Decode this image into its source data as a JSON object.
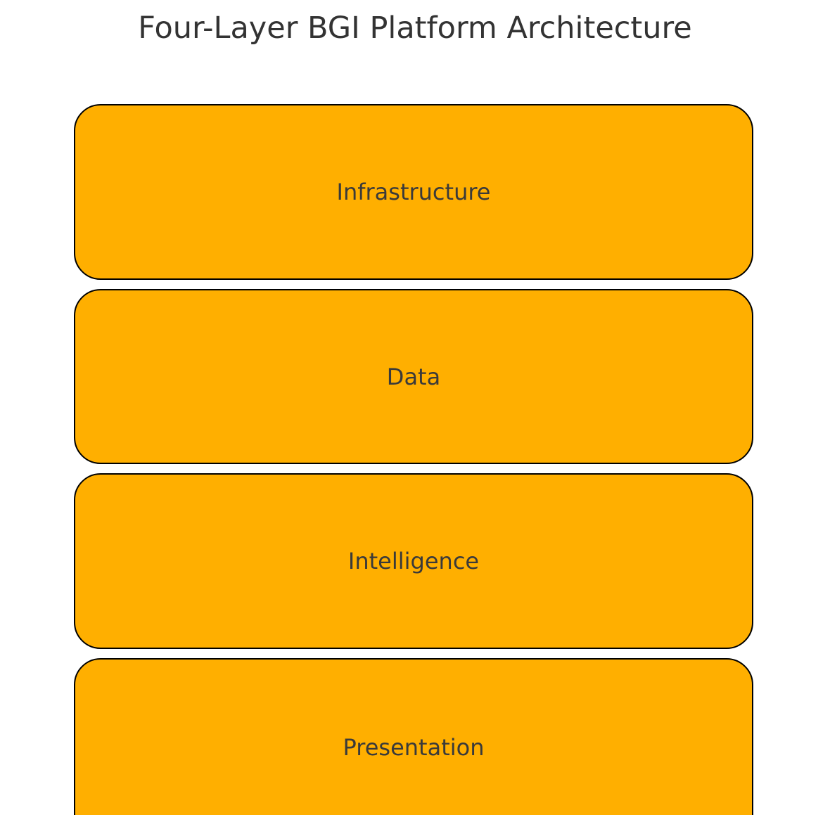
{
  "title": "Four-Layer BGI Platform Architecture",
  "layers": [
    {
      "label": "Infrastructure"
    },
    {
      "label": "Data"
    },
    {
      "label": "Intelligence"
    },
    {
      "label": "Presentation"
    }
  ],
  "colors": {
    "layer_fill": "#FFAF00",
    "layer_border": "#000000",
    "label_text": "#3a3a3a",
    "title_text": "#333333",
    "background": "#ffffff"
  }
}
